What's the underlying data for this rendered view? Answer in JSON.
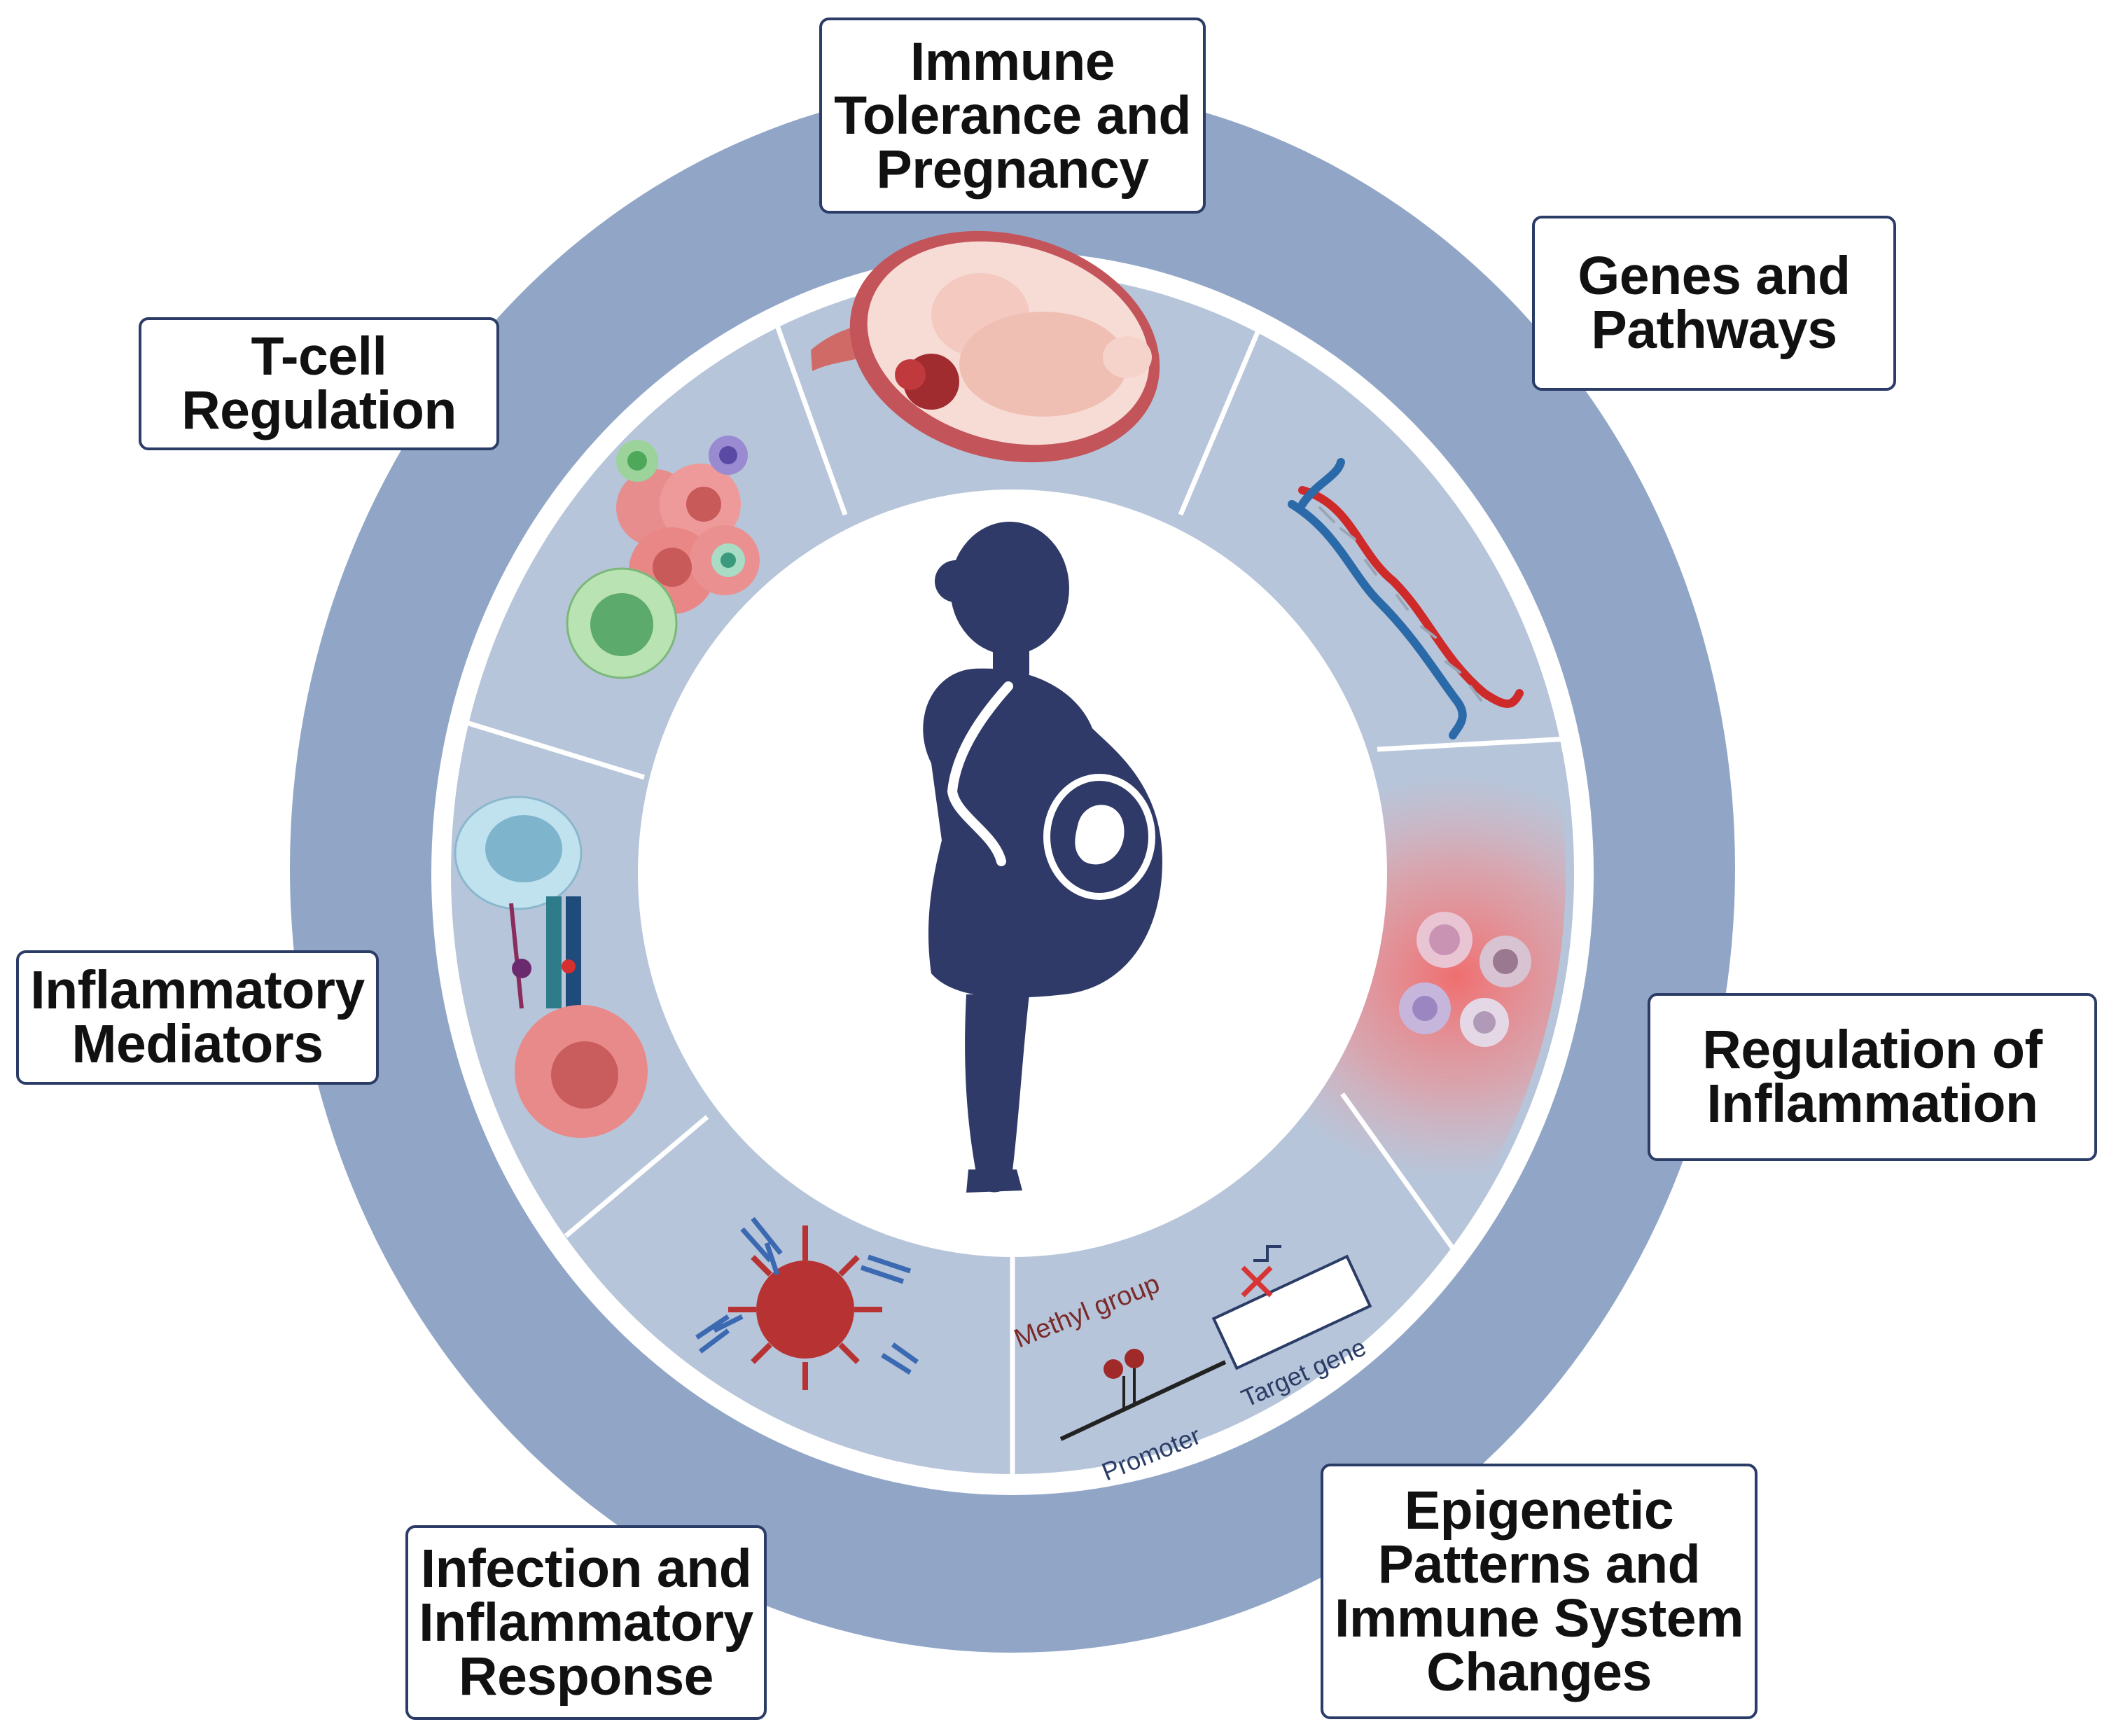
{
  "labels": {
    "immune_tolerance": "Immune\nTolerance and\nPregnancy",
    "genes_pathways": "Genes and\nPathways",
    "t_cell": "T-cell\nRegulation",
    "inflammatory_mediators": "Inflammatory\nMediators",
    "regulation_inflammation": "Regulation of\nInflammation",
    "infection_response": "Infection and\nInflammatory\nResponse",
    "epigenetic": "Epigenetic\nPatterns and\nImmune System\nChanges"
  },
  "epigenetic_icon": {
    "methyl_group": "Methyl group",
    "target_gene": "Target gene",
    "promoter": "Promoter"
  },
  "colors": {
    "outer_ring": "#91a6c6",
    "segments": "#b6c5da",
    "silhouette": "#2f3a68",
    "label_border": "#2b3c66",
    "inflammation_glow": "#f26a6a"
  }
}
